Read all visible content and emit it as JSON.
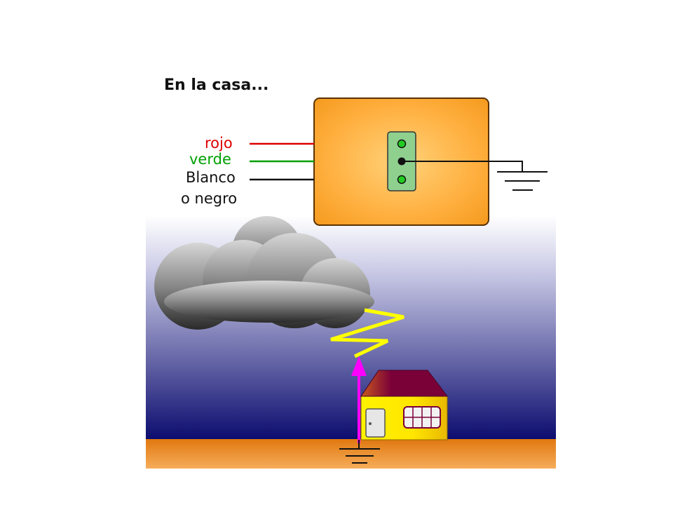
{
  "title": "En la casa...",
  "wires": [
    {
      "label": "rojo",
      "color": "#dd0000"
    },
    {
      "label": "verde",
      "color": "#00a000"
    },
    {
      "label": "Blanco",
      "color": "#111111"
    },
    {
      "label": "o negro",
      "color": "#111111"
    }
  ],
  "colors": {
    "panel": "#ffa838",
    "outlet": "#8fd08f",
    "sky_top": "#ffffff",
    "sky_bottom": "#0b0b6e",
    "ground": "#e58a1c",
    "lightning": "#ffff00",
    "arrow": "#ff00ff",
    "house_wall": "#ffee00",
    "roof": "#7a0038"
  }
}
